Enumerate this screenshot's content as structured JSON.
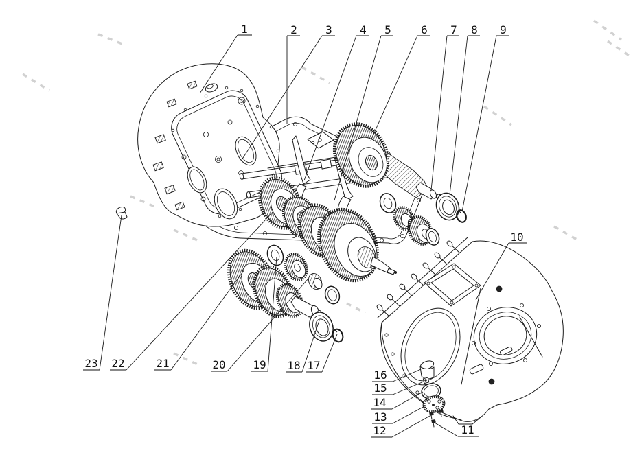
{
  "diagram": {
    "kind": "exploded-parts-diagram",
    "background_color": "#ffffff",
    "line_color": "#1a1a1a",
    "ghost_mark_color": "#c6c6c6",
    "callout_count": 23
  },
  "callouts": [
    {
      "label": "1"
    },
    {
      "label": "2"
    },
    {
      "label": "3"
    },
    {
      "label": "4"
    },
    {
      "label": "5"
    },
    {
      "label": "6"
    },
    {
      "label": "7"
    },
    {
      "label": "8"
    },
    {
      "label": "9"
    },
    {
      "label": "10"
    },
    {
      "label": "11"
    },
    {
      "label": "12"
    },
    {
      "label": "13"
    },
    {
      "label": "14"
    },
    {
      "label": "15"
    },
    {
      "label": "16"
    },
    {
      "label": "17"
    },
    {
      "label": "18"
    },
    {
      "label": "19"
    },
    {
      "label": "20"
    },
    {
      "label": "21"
    },
    {
      "label": "22"
    },
    {
      "label": "23"
    }
  ]
}
